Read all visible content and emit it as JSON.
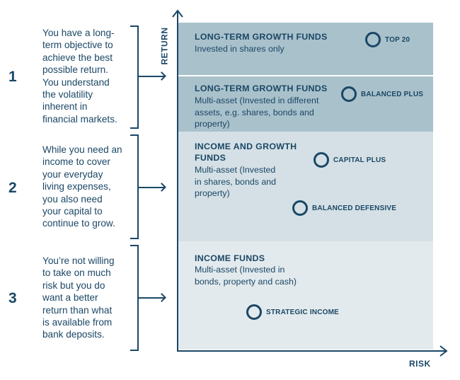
{
  "profiles": [
    {
      "number": "1",
      "text": "You have a long-\nterm objective to\nachieve the best\npossible return.\nYou understand\nthe volatility\ninherent in\nfinancial markets."
    },
    {
      "number": "2",
      "text": "While you need an\nincome to cover\nyour everyday\nliving expenses,\nyou also need\nyour capital to\ncontinue to grow."
    },
    {
      "number": "3",
      "text": "You’re not willing\nto take on much\nrisk but you do\nwant a better\nreturn than what\nis available from\nbank deposits."
    }
  ],
  "bands": [
    {
      "title": "LONG-TERM GROWTH FUNDS",
      "subtitle": "Invested in shares only",
      "color": "#a9c1cb"
    },
    {
      "title": "LONG-TERM GROWTH FUNDS",
      "subtitle": "Multi-asset (Invested in different\nassets, e.g. shares, bonds and\nproperty)",
      "color": "#a9c1cb"
    },
    {
      "title": "INCOME AND GROWTH\nFUNDS",
      "subtitle": "Multi-asset (Invested\nin shares, bonds and\nproperty)",
      "color": "#d4e0e5"
    },
    {
      "title": "INCOME FUNDS",
      "subtitle": "Multi-asset (Invested in\nbonds, property and cash)",
      "color": "#e3eaed"
    }
  ],
  "funds": [
    {
      "label": "TOP 20"
    },
    {
      "label": "BALANCED PLUS"
    },
    {
      "label": "CAPITAL PLUS"
    },
    {
      "label": "BALANCED DEFENSIVE"
    },
    {
      "label": "STRATEGIC INCOME"
    }
  ],
  "axes": {
    "y_label": "RETURN",
    "x_label": "RISK"
  },
  "colors": {
    "ink": "#1b4766",
    "band_dark": "#a9c1cb",
    "band_mid": "#d4e0e5",
    "band_light": "#e3eaed"
  }
}
